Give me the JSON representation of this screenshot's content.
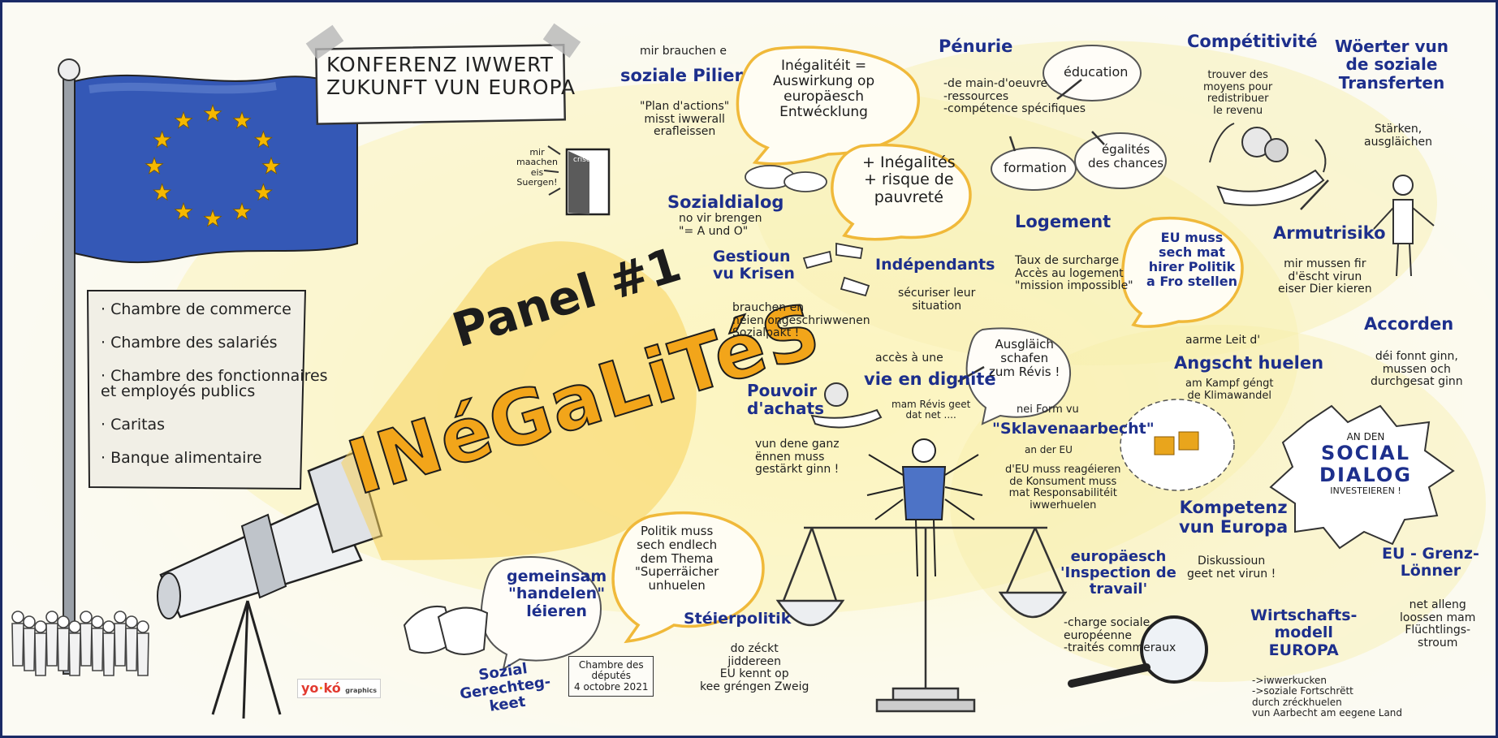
{
  "colors": {
    "eu_blue": "#3458b6",
    "star": "#f5b800",
    "ink": "#1c1c1c",
    "heading": "#1d2f8c",
    "bubble": "#f6c64b",
    "frame": "#1a2a66"
  },
  "title_banner": {
    "line1": "KONFERENZ IWWERT",
    "line2": "ZUKUNFT VUN EUROPA"
  },
  "door_text": {
    "crise": "crise",
    "speech": "mir\nmaachen\neis\nSuergen!"
  },
  "organizations": [
    "Chambre de commerce",
    "Chambre des salariés",
    "Chambre des fonctionnaires\net employés publics",
    "Caritas",
    "Banque alimentaire"
  ],
  "panel": {
    "label": "Panel",
    "number": "#1",
    "theme": "INéGaLiTéS"
  },
  "soziale_pilier": {
    "intro": "mir brauchen e",
    "heading": "soziale Pilier",
    "body": "\"Plan d'actions\"\nmisst iwwerall\nerafleissen"
  },
  "inegaliteit": {
    "text": "Inégalitéit =\nAuswirkung op\neuropäesch\nEntwécklung"
  },
  "inegalites_bubble": {
    "text": "+ Inégalités\n+ risque de\npauvreté"
  },
  "sozialdialog": {
    "heading": "Sozialdialog",
    "body": "no vir brengen\n\"= A und O\""
  },
  "gestioun": {
    "heading": "Gestioun\nvu Krisen",
    "body": "brauchen en\nneien ongeschriwwenen\nSozialpakt !"
  },
  "independants": {
    "heading": "Indépendants",
    "body": "sécuriser leur\nsituation"
  },
  "penurie": {
    "heading": "Pénurie",
    "items": [
      "-de main-d'oeuvre",
      "-ressources",
      "-compétence spécifiques"
    ],
    "education": "éducation",
    "formation": "formation",
    "egalites": "égalités\ndes chances"
  },
  "competitivite": {
    "heading": "Compétitivité",
    "body": "trouver des\nmoyens pour\nredistribuer\nle revenu"
  },
  "woerter": {
    "heading": "Wöerter vun\nde soziale\nTransferten",
    "body": "Stärken,\nausgläichen"
  },
  "logement": {
    "heading": "Logement",
    "body": "Taux de surcharge\nAccès au logement\n\"mission impossible\""
  },
  "eu_muss": {
    "text": "EU muss\nsech mat\nhirer Politik\na Fro stellen"
  },
  "armutrisiko": {
    "heading": "Armutrisiko",
    "body": "mir mussen fir\nd'ëscht virun\neiser Dier kieren"
  },
  "pouvoir": {
    "heading": "Pouvoir\nd'achats",
    "body": "vun dene ganz\nënnen muss\ngestärkt ginn !"
  },
  "vie_dignite": {
    "intro": "accès à une",
    "heading": "vie en dignité",
    "body": "mam Révis geet\ndat net ...."
  },
  "auslaich": {
    "text": "Ausgläich\nschafen\nzum Révis !"
  },
  "sklaven": {
    "intro": "nei Form vu",
    "heading": "\"Sklavenaarbecht\"",
    "sub": "an der EU",
    "body": "d'EU muss reagéieren\nde Konsument muss\nmat Responsabilitéit\niwwerhuelen"
  },
  "aarme_leit": {
    "intro": "aarme Leit d'",
    "heading": "Angscht huelen",
    "body": "am Kampf géngt\nde Klimawandel"
  },
  "accorden": {
    "heading": "Accorden",
    "body": "déi fonnt ginn,\nmussen och\ndurchgesat ginn"
  },
  "social_dialog": {
    "line1": "AN DEN",
    "line2": "SOCIAL",
    "line3": "DIALOG",
    "line4": "INVESTEIEREN !"
  },
  "kompetenz": {
    "heading": "Kompetenz\nvun Europa",
    "body": "Diskussioun\ngeet net virun !"
  },
  "eu_grenz": {
    "heading": "EU - Grenz-\nLönner",
    "body": "net alleng\nloossen mam\nFlüchtlings-\nstroum"
  },
  "politik_bubble": {
    "text": "Politik muss\nsech endlech\ndem Thema\n\"Superräicher\nunhuelen"
  },
  "gemeinsam": {
    "text": "gemeinsam\n\"handelen\"\nléieren"
  },
  "steierpolitik": {
    "heading": "Stéierpolitik",
    "body": "do zéckt\njiddereen\nEU kennt op\nkee gréngen Zweig"
  },
  "inspection": {
    "heading": "europäesch\n'Inspection de\ntravail'",
    "body": "-charge sociale\neuropéenne\n-traités commeraux"
  },
  "wirtschaft": {
    "heading": "Wirtschafts-\nmodell\nEUROPA",
    "body": "->iwwerkucken\n->soziale Fortschrëtt\ndurch zréckhuelen\nvun Aarbecht am eegene Land"
  },
  "chambre_box": {
    "text": "Chambre des\ndéputés\n4 octobre 2021"
  },
  "sozial_ger": {
    "text": "Sozial\nGerechteg-\nkeet"
  },
  "logo": {
    "yo": "yo",
    "dash": "·",
    "ko": "kó",
    "sub": "graphics"
  }
}
